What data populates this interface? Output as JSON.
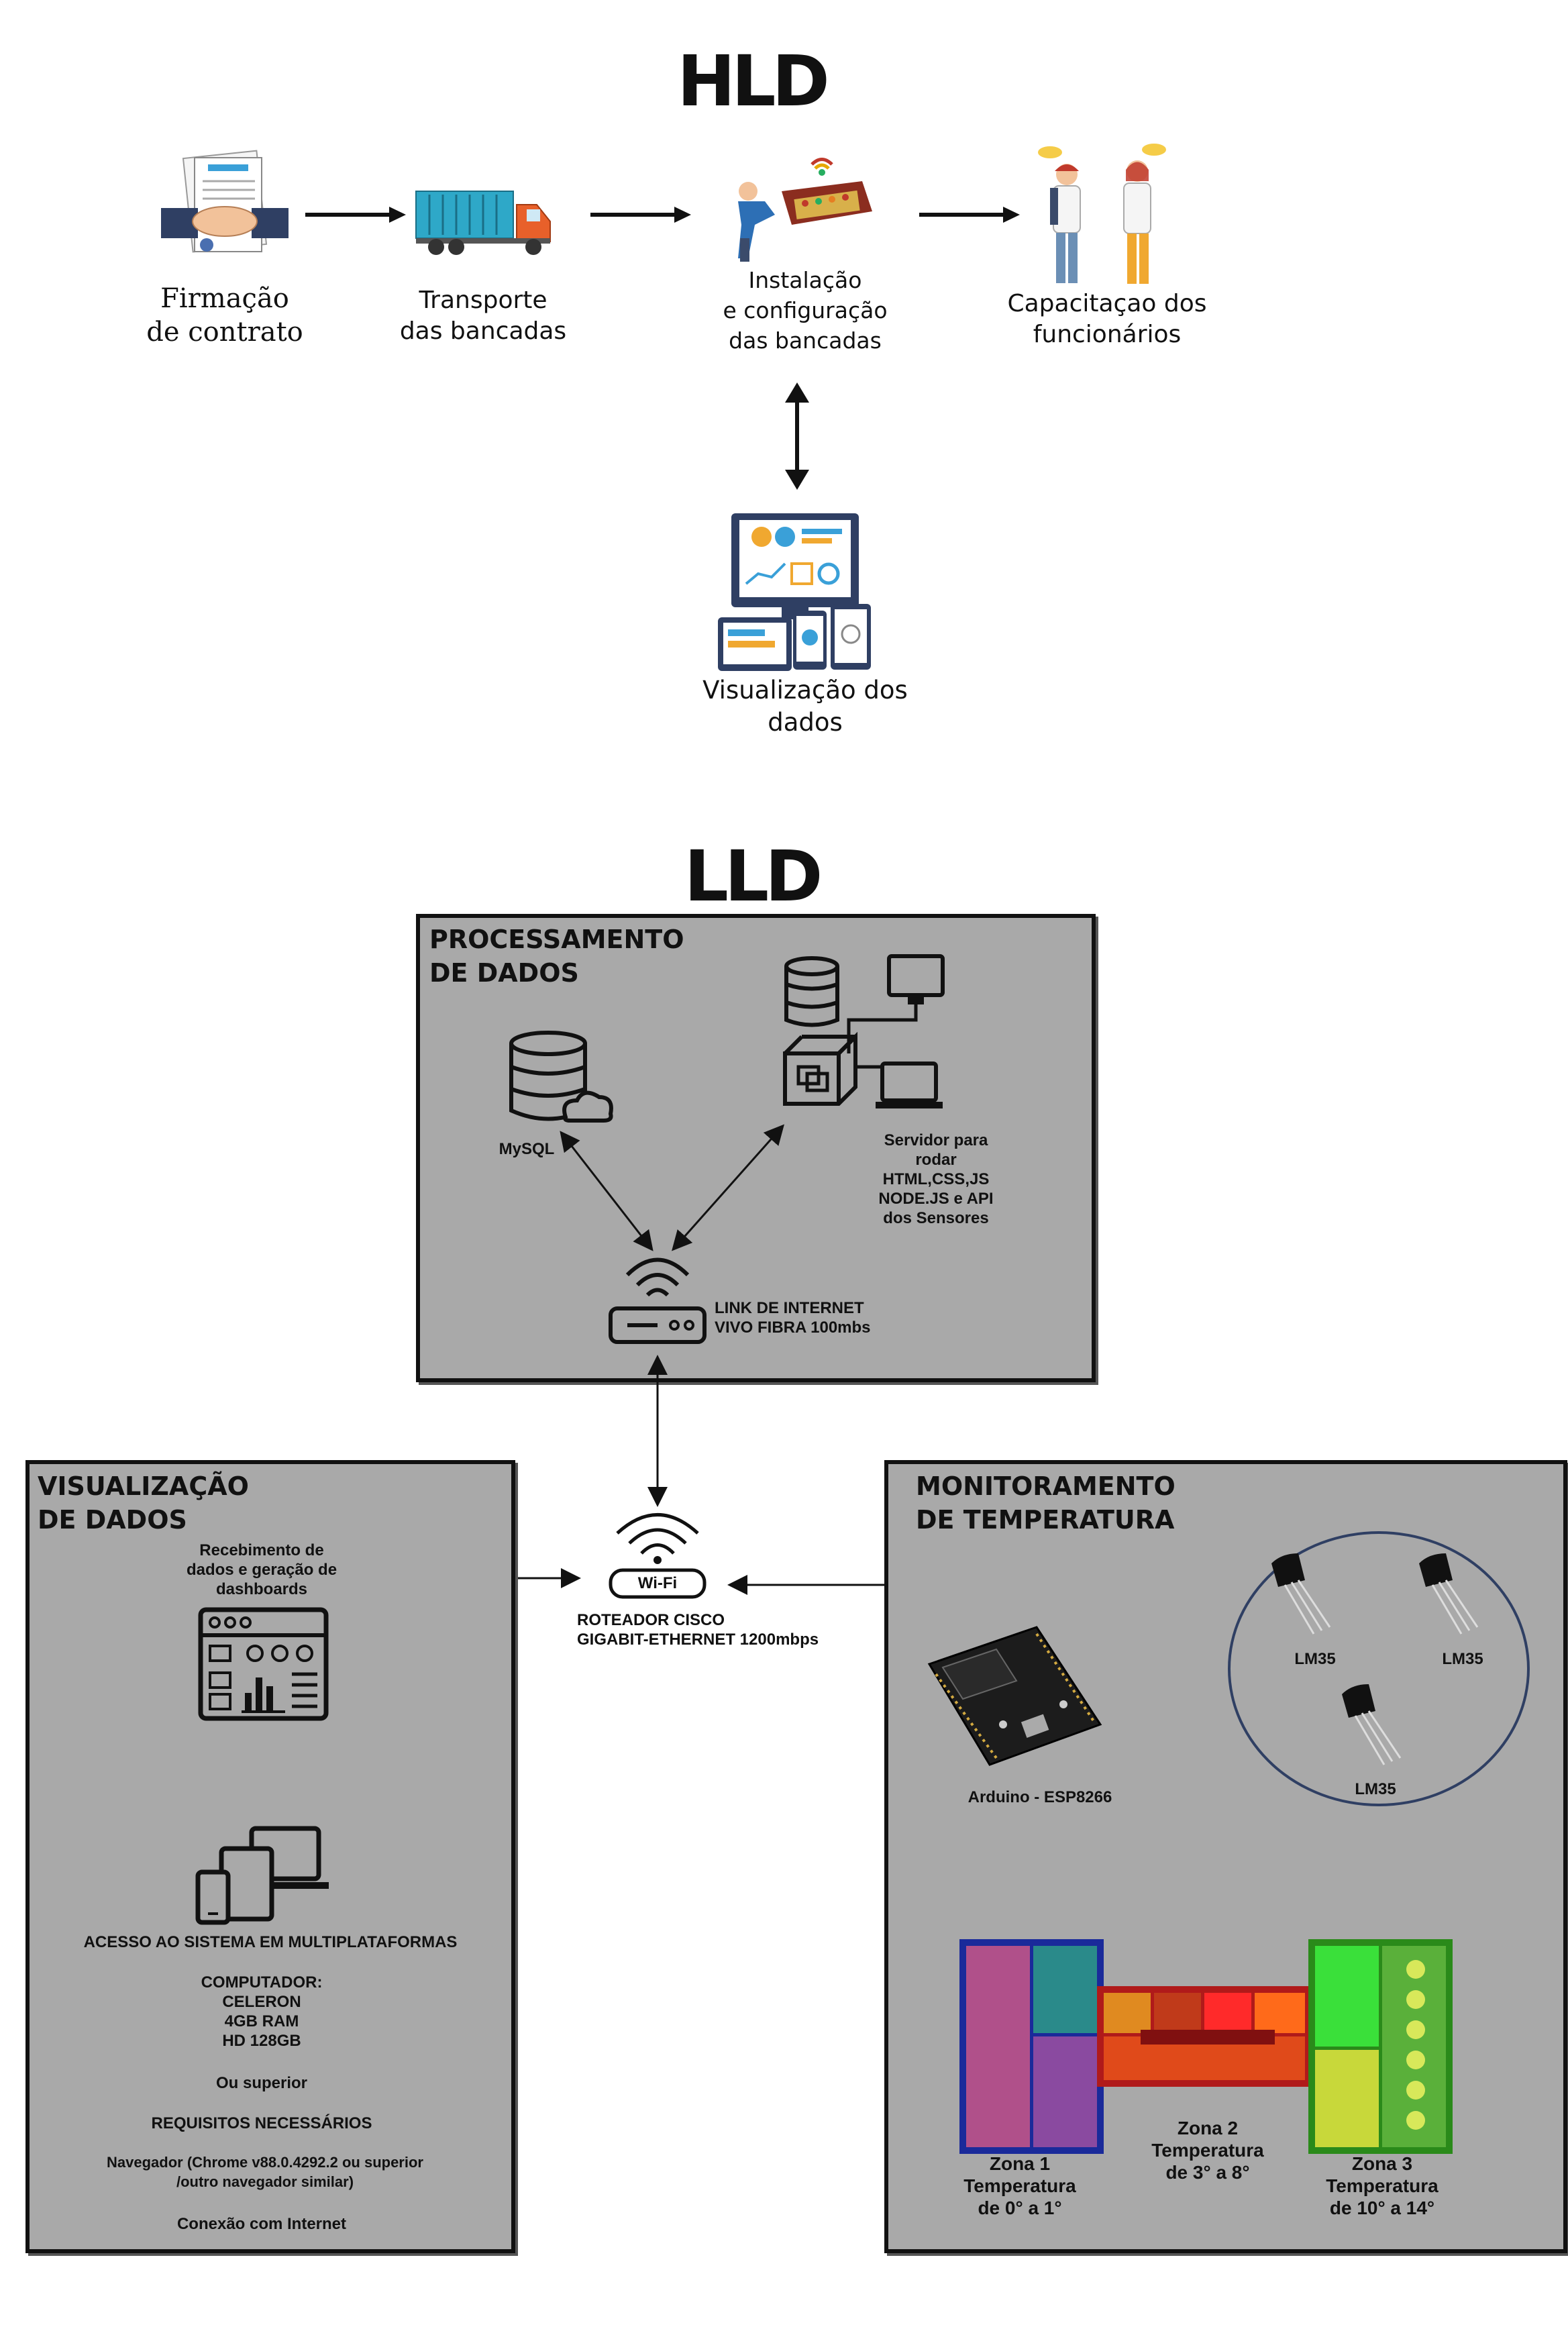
{
  "hld": {
    "title": "HLD",
    "steps": [
      {
        "label": "Firmação\nde contrato",
        "icon": "contract-handshake-icon"
      },
      {
        "label": "Transporte\ndas bancadas",
        "icon": "truck-icon"
      },
      {
        "label": "Instalação\ne configuração\ndas bancadas",
        "icon": "worker-installation-icon"
      },
      {
        "label": "Capacitaçao dos\nfuncionários",
        "icon": "people-training-icon"
      }
    ],
    "visualization": {
      "label": "Visualização dos\ndados",
      "icon": "dashboard-devices-icon"
    }
  },
  "lld": {
    "title": "LLD",
    "processing": {
      "title": "PROCESSAMENTO\nDE DADOS",
      "mysql_label": "MySQL",
      "server_label": "Servidor para\nrodar\nHTML,CSS,JS\nNODE.JS e API\ndos Sensores",
      "internet_label": "LINK DE INTERNET\nVIVO FIBRA 100mbs"
    },
    "router": {
      "wifi_text": "Wi-Fi",
      "label": "ROTEADOR CISCO\nGIGABIT-ETHERNET 1200mbps"
    },
    "visualization": {
      "title": "VISUALIZAÇÃO\nDE DADOS",
      "receive_label": "Recebimento de\ndados e geração de\ndashboards",
      "access_label": "ACESSO AO SISTEMA EM MULTIPLATAFORMAS",
      "computer_label": "COMPUTADOR:\nCELERON\n4GB RAM\nHD 128GB",
      "or_better": "Ou superior",
      "requirements_title": "REQUISITOS NECESSÁRIOS",
      "browser_req": "Navegador (Chrome v88.0.4292.2 ou superior\n/outro navegador similar)",
      "internet_req": "Conexão com Internet"
    },
    "monitoring": {
      "title": "MONITORAMENTO\nDE TEMPERATURA",
      "sensor_labels": [
        "LM35",
        "LM35",
        "LM35"
      ],
      "board_label": "Arduino - ESP8266",
      "zones": [
        {
          "label": "Zona 1\nTemperatura\nde 0° a 1°",
          "color": "#2a2fb8"
        },
        {
          "label": "Zona 2\nTemperatura\nde 3° a 8°",
          "color": "#d42020"
        },
        {
          "label": "Zona 3\nTemperatura\nde 10° a 14°",
          "color": "#1faa1f"
        }
      ]
    }
  }
}
